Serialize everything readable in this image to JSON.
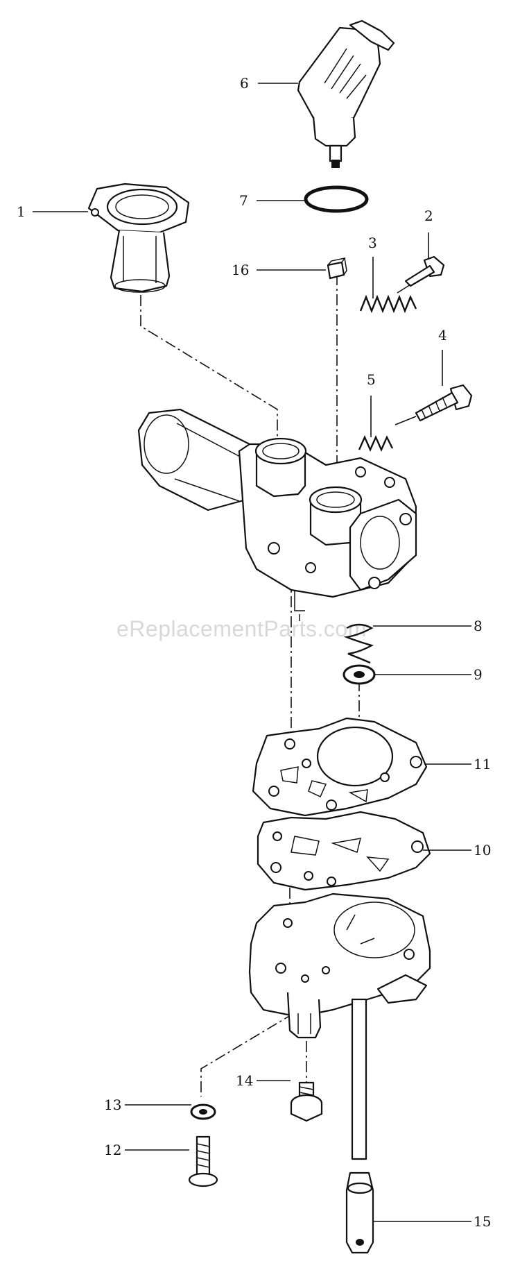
{
  "watermark": "eReplacementParts.com",
  "callouts": [
    {
      "number": "1"
    },
    {
      "number": "2"
    },
    {
      "number": "3"
    },
    {
      "number": "4"
    },
    {
      "number": "5"
    },
    {
      "number": "6"
    },
    {
      "number": "7"
    },
    {
      "number": "8"
    },
    {
      "number": "9"
    },
    {
      "number": "10"
    },
    {
      "number": "11"
    },
    {
      "number": "12"
    },
    {
      "number": "13"
    },
    {
      "number": "14"
    },
    {
      "number": "15"
    },
    {
      "number": "16"
    }
  ]
}
